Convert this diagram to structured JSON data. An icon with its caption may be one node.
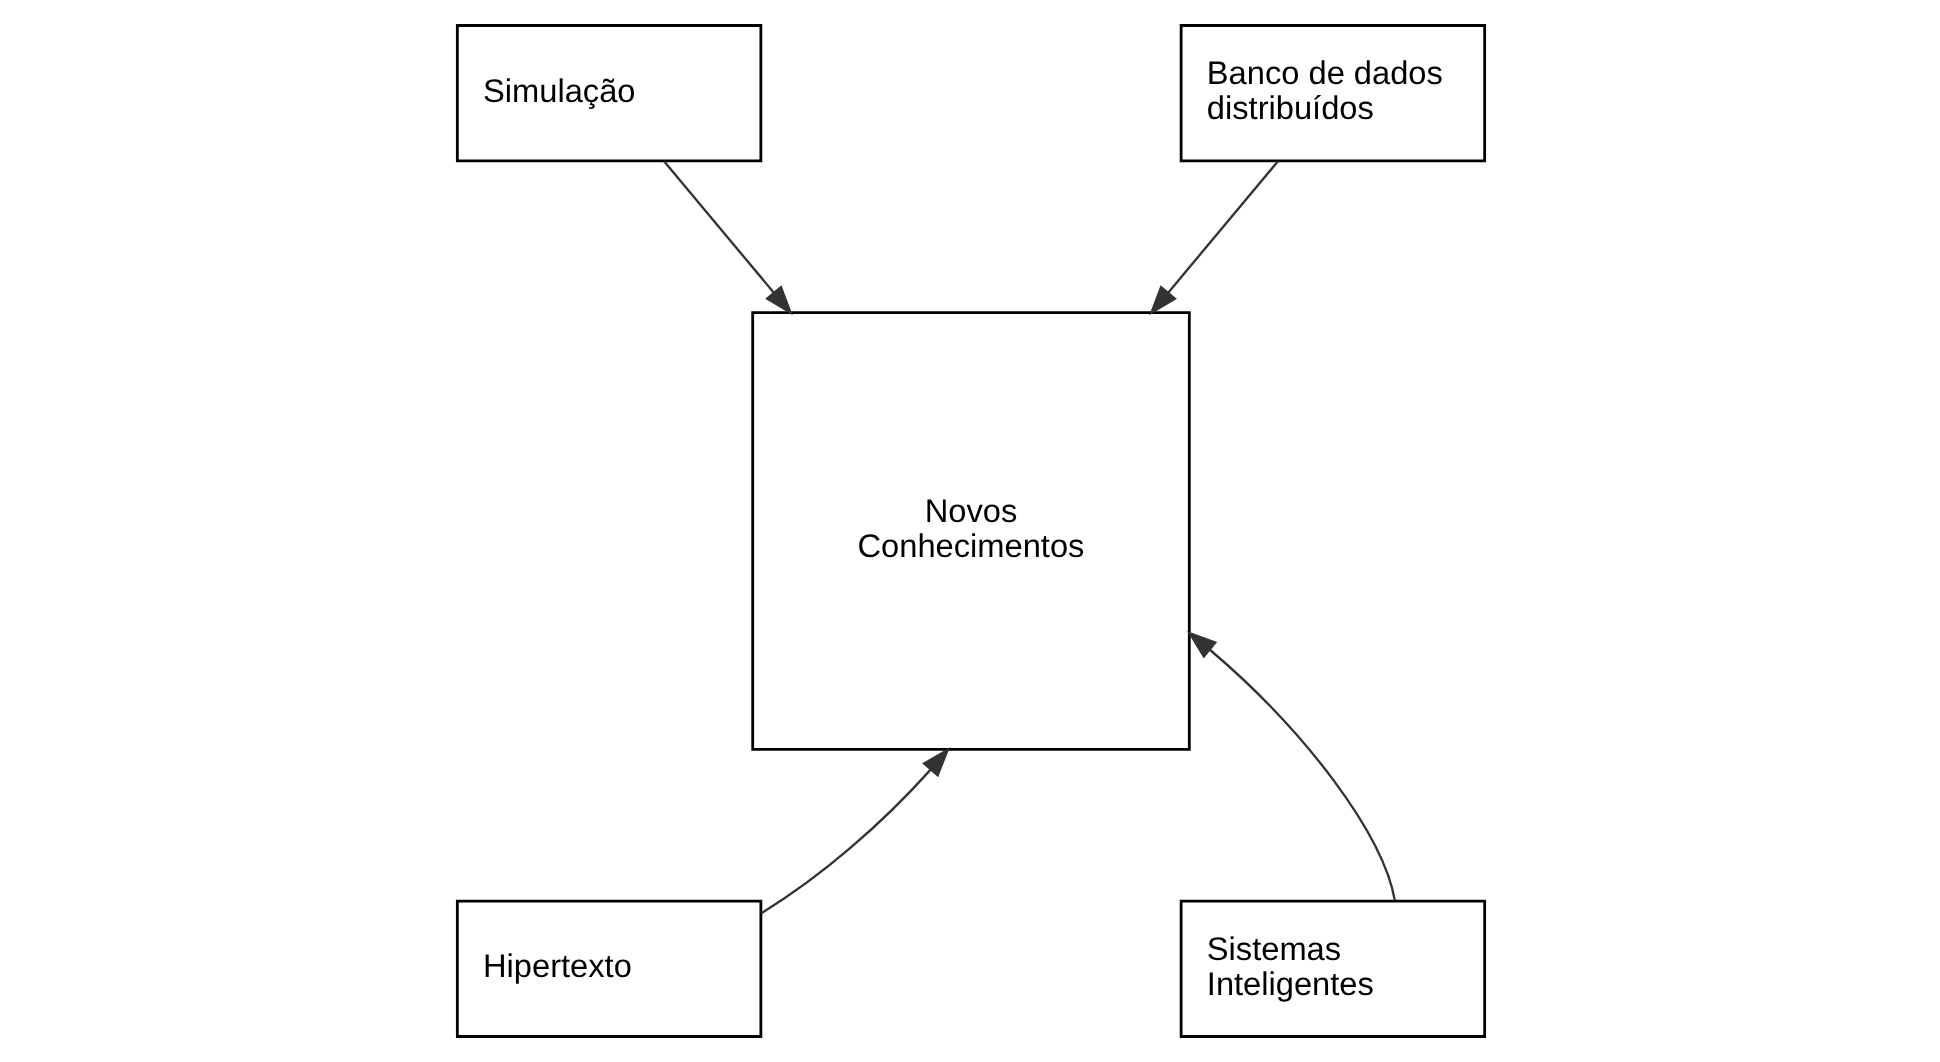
{
  "diagram": {
    "nodes": [
      {
        "text": [
          "Simulação"
        ]
      },
      {
        "text": [
          "Banco de dados distribuídos"
        ]
      },
      {
        "text": [
          "Novos Conhecimentos"
        ]
      },
      {
        "text": [
          "Hipertexto"
        ]
      },
      {
        "text": [
          "Sistemas Inteligentes"
        ]
      }
    ],
    "edges": [
      {
        "from": 0,
        "to": 2,
        "arrow": "to"
      },
      {
        "from": 1,
        "to": 2,
        "arrow": "to"
      },
      {
        "from": 3,
        "to": 2,
        "arrow": "to"
      },
      {
        "from": 4,
        "to": 2,
        "arrow": "to"
      }
    ]
  }
}
